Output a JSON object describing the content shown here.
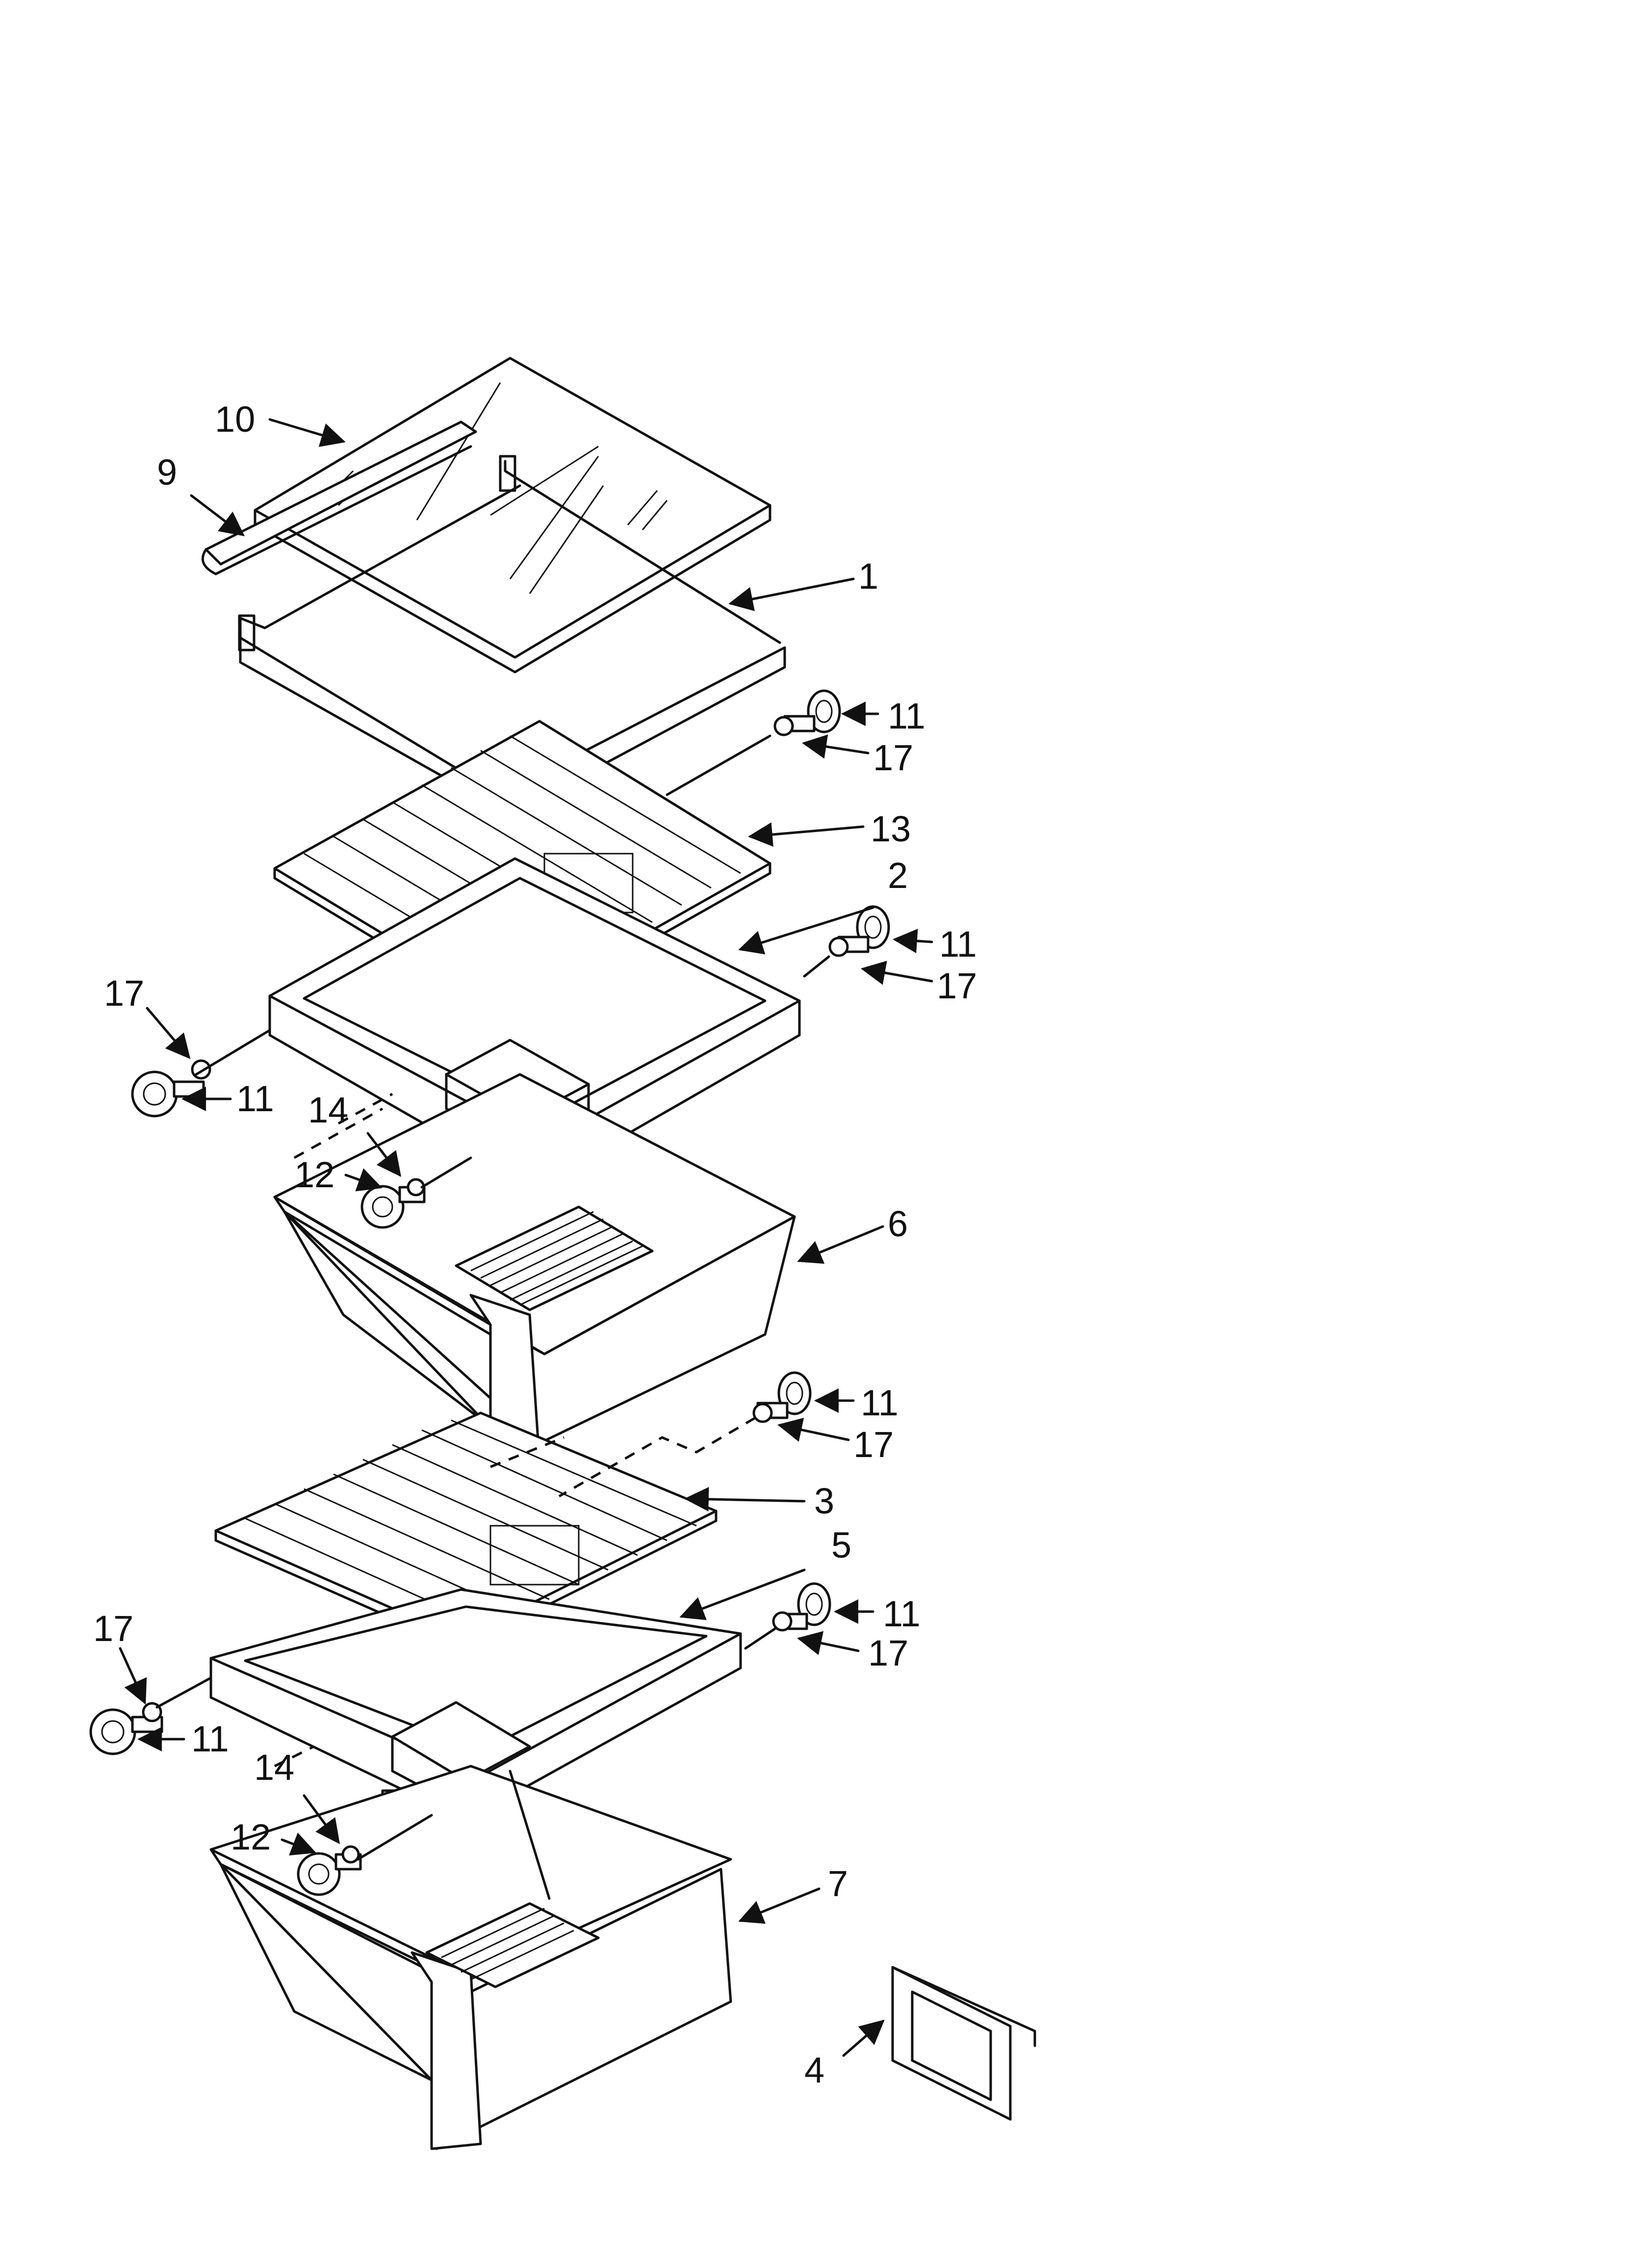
{
  "diagram": {
    "callouts": [
      {
        "id": "10",
        "text": "10"
      },
      {
        "id": "9",
        "text": "9"
      },
      {
        "id": "1",
        "text": "1"
      },
      {
        "id": "11a",
        "text": "11"
      },
      {
        "id": "17a",
        "text": "17"
      },
      {
        "id": "13",
        "text": "13"
      },
      {
        "id": "2",
        "text": "2"
      },
      {
        "id": "11b",
        "text": "11"
      },
      {
        "id": "17b",
        "text": "17"
      },
      {
        "id": "17c",
        "text": "17"
      },
      {
        "id": "11c",
        "text": "11"
      },
      {
        "id": "14a",
        "text": "14"
      },
      {
        "id": "12a",
        "text": "12"
      },
      {
        "id": "6",
        "text": "6"
      },
      {
        "id": "11d",
        "text": "11"
      },
      {
        "id": "17d",
        "text": "17"
      },
      {
        "id": "3",
        "text": "3"
      },
      {
        "id": "5",
        "text": "5"
      },
      {
        "id": "11e",
        "text": "11"
      },
      {
        "id": "17e",
        "text": "17"
      },
      {
        "id": "17f",
        "text": "17"
      },
      {
        "id": "11f",
        "text": "11"
      },
      {
        "id": "14b",
        "text": "14"
      },
      {
        "id": "12b",
        "text": "12"
      },
      {
        "id": "7",
        "text": "7"
      },
      {
        "id": "4",
        "text": "4"
      }
    ]
  }
}
